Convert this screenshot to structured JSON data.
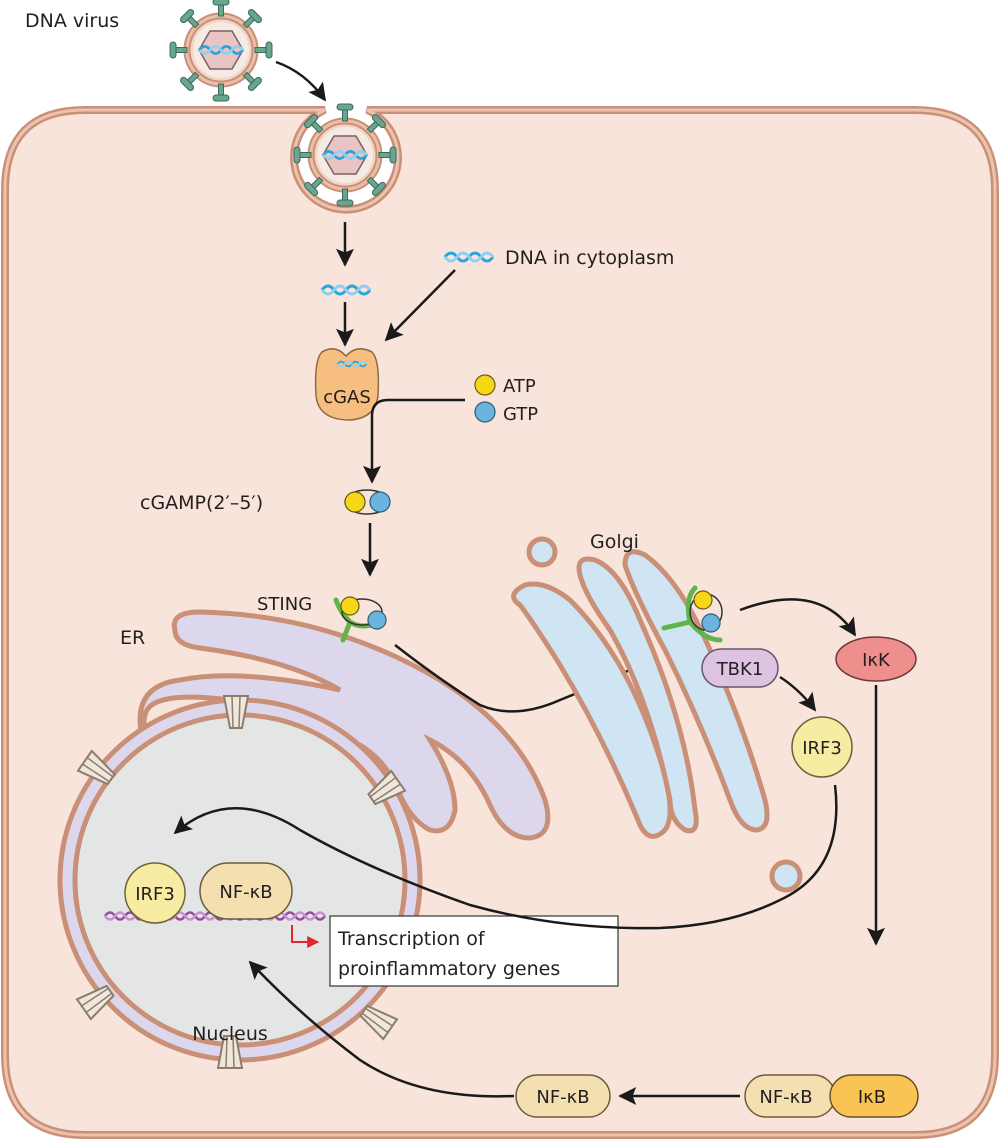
{
  "labels": {
    "dna_virus": "DNA virus",
    "dna_in_cytoplasm": "DNA in cytoplasm",
    "cgas": "cGAS",
    "atp": "ATP",
    "gtp": "GTP",
    "cgamp": "cGAMP(2′–5′)",
    "sting": "STING",
    "er": "ER",
    "golgi": "Golgi",
    "tbk1": "TBK1",
    "ikk": "IκK",
    "irf3_cyto": "IRF3",
    "irf3_nuc": "IRF3",
    "nfkb_nuc": "NF-κB",
    "nfkb_free": "NF-κB",
    "nfkb_bound": "NF-κB",
    "ikb": "IκB",
    "nucleus": "Nucleus",
    "transcription_line1": "Transcription of",
    "transcription_line2": "proinflammatory genes"
  },
  "colors": {
    "cytoplasm": "#f8e4da",
    "membrane": "#c99077",
    "er": "#dcd7ec",
    "golgi": "#cfe5f3",
    "nucleoplasm": "#e4e5e5",
    "cgas": "#f6be7f",
    "atp": "#f5d718",
    "gtp": "#6cb4e0",
    "sting": "#5fb54a",
    "tbk1": "#dcc3e1",
    "ikk": "#ee8f8d",
    "irf3": "#f8eca2",
    "nfkb": "#f3dfb0",
    "ikb": "#f9c453",
    "dna_cyto": "#2ba3dc",
    "dna_nuc": "#9a4aa0",
    "transcription_arrow": "#e0262e",
    "virus_spike": "#5e9c86"
  }
}
